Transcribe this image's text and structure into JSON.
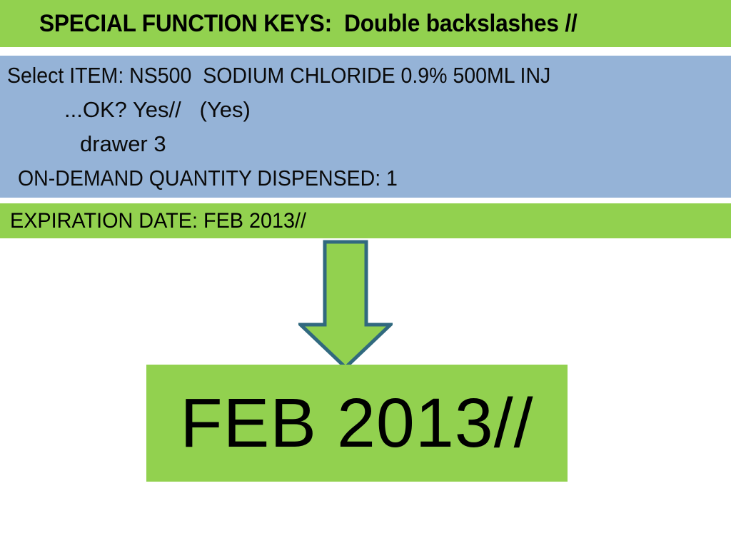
{
  "colors": {
    "green": "#92D14F",
    "blue_panel": "#95B3D7",
    "arrow_outline": "#31697F",
    "text": "#000000",
    "background": "#FFFFFF"
  },
  "title": {
    "text": "SPECIAL FUNCTION KEYS:  Double backslashes //"
  },
  "terminal": {
    "lines": [
      "Select ITEM: NS500  SODIUM CHLORIDE 0.9% 500ML INJ",
      "...OK? Yes//   (Yes)",
      "drawer 3",
      "ON-DEMAND QUANTITY DISPENSED: 1"
    ],
    "item_code": "NS500",
    "item_description": "SODIUM CHLORIDE 0.9% 500ML INJ",
    "prompt_answer": "Yes//",
    "prompt_default": "(Yes)",
    "drawer": "drawer 3",
    "dispensed_quantity": "1"
  },
  "expiration": {
    "label": "EXPIRATION DATE: FEB 2013//"
  },
  "arrow": {
    "direction": "down",
    "icon": "arrow-down-icon"
  },
  "callout": {
    "value": "FEB 2013//"
  }
}
